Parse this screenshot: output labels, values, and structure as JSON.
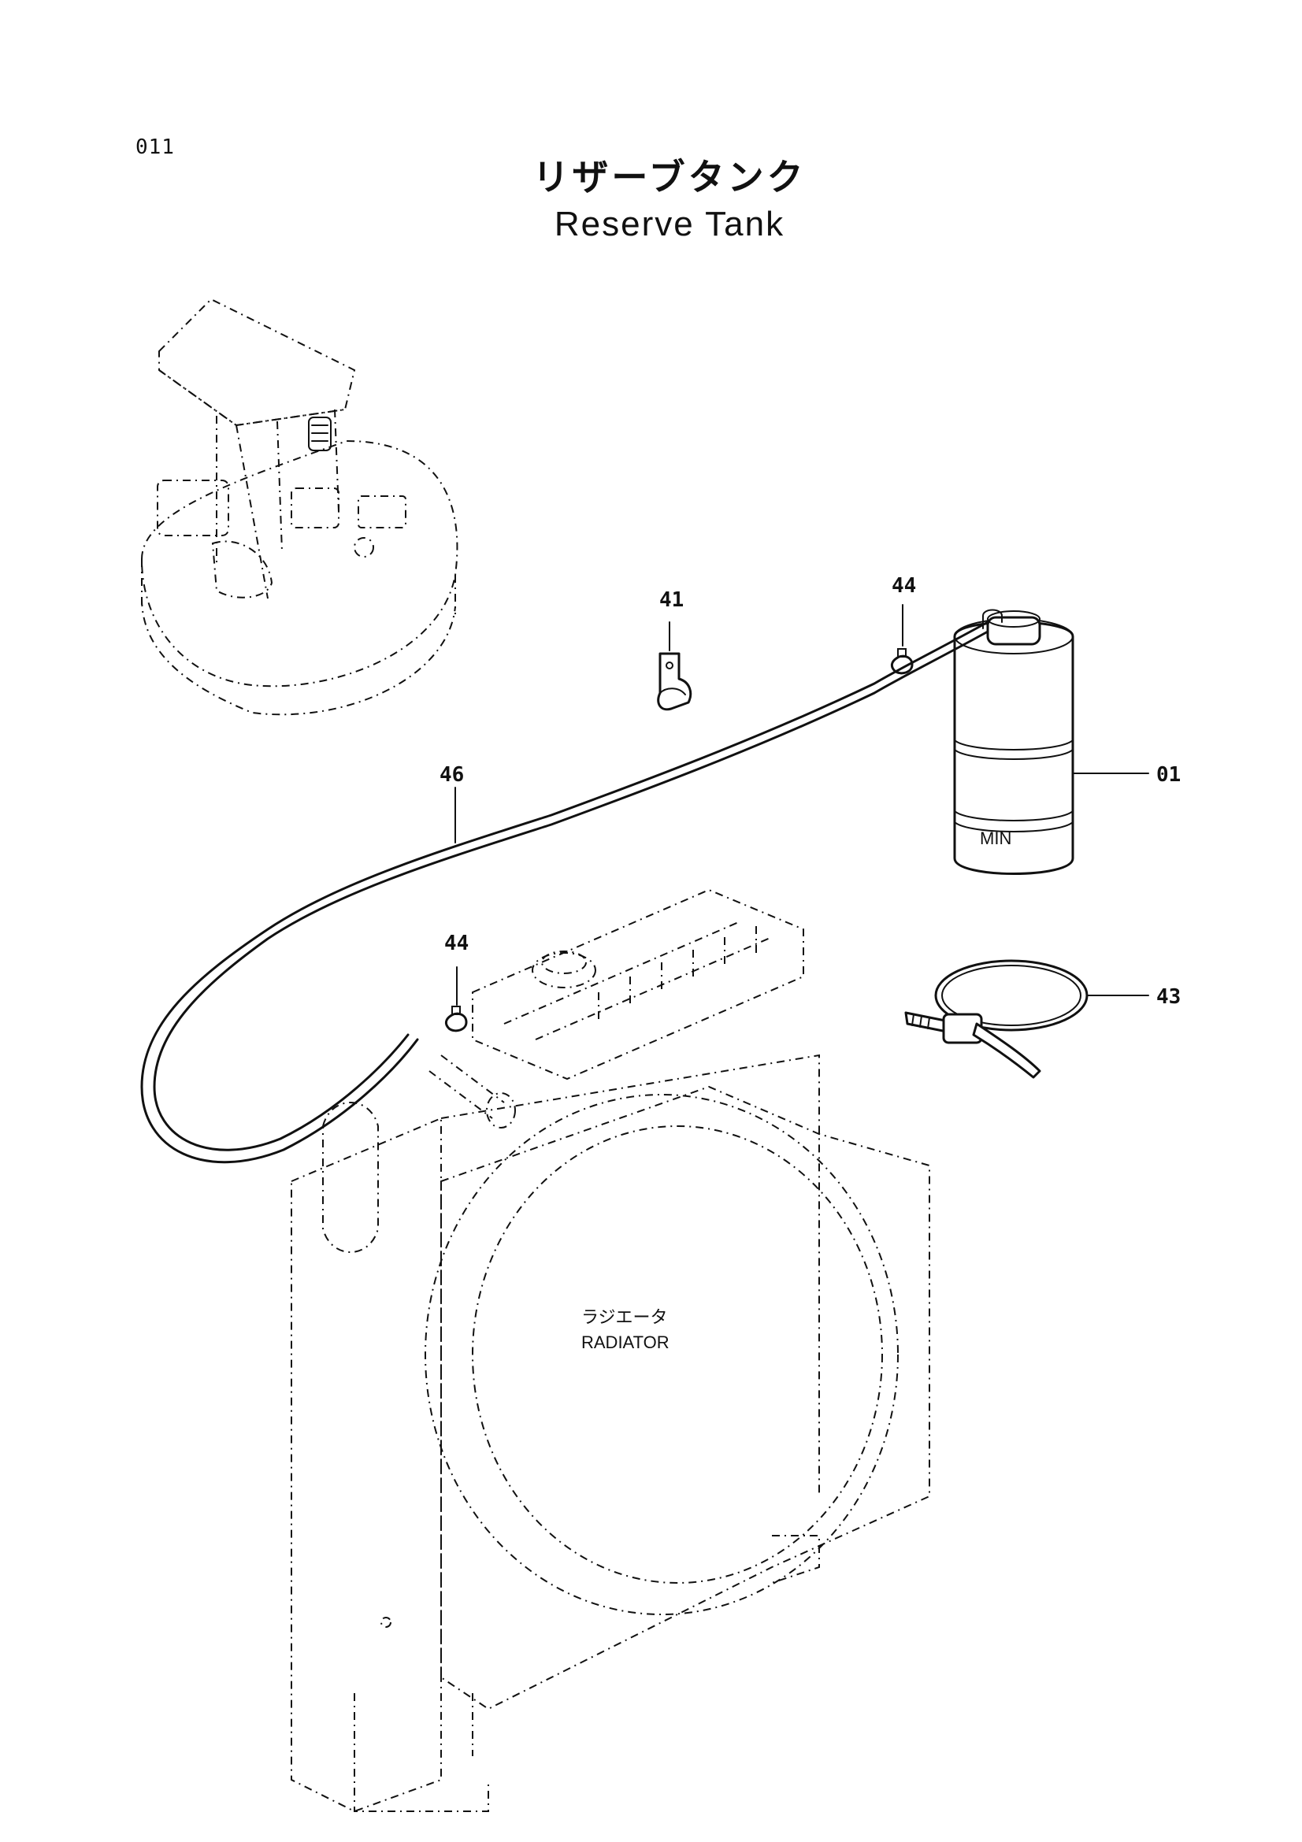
{
  "page": {
    "number": "011",
    "title_jp": "リザーブタンク",
    "title_en": "Reserve Tank"
  },
  "labels": {
    "part_01": "01",
    "part_41": "41",
    "part_43": "43",
    "part_44_top": "44",
    "part_44_bottom": "44",
    "part_46": "46",
    "tank_min": "MIN",
    "radiator_jp": "ラジエータ",
    "radiator_en": "RADIATOR"
  },
  "colors": {
    "ink": "#111111",
    "paper": "#ffffff"
  }
}
